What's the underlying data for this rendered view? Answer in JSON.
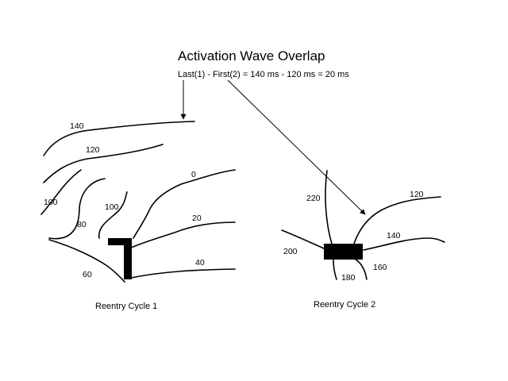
{
  "title": "Activation Wave Overlap",
  "subtitle": "Last(1) - First(2) = 140 ms - 120 ms = 20 ms",
  "panels": [
    {
      "caption": "Reentry Cycle 1",
      "isochrone_labels": [
        "140",
        "120",
        "100",
        "80",
        "100",
        "0",
        "20",
        "40",
        "60"
      ]
    },
    {
      "caption": "Reentry Cycle 2",
      "isochrone_labels": [
        "220",
        "120",
        "200",
        "140",
        "160",
        "180"
      ]
    }
  ],
  "colors": {
    "ink": "#000000",
    "background": "#ffffff"
  }
}
